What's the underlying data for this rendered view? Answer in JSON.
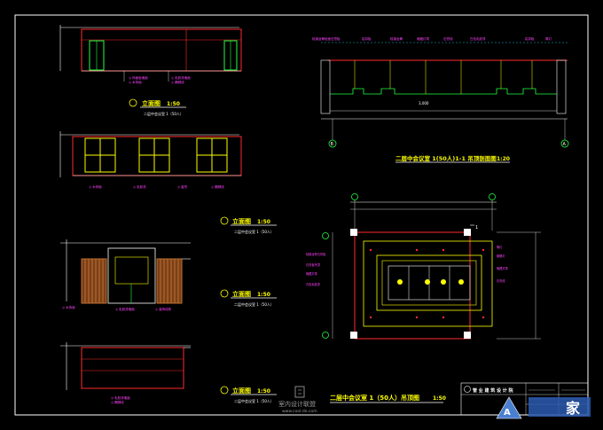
{
  "drawings": {
    "elev1": {
      "title": "立面图",
      "scale": "1:50",
      "subtitle": "二层中会议室 1（50人）"
    },
    "elev2": {
      "title": "立面图",
      "scale": "1:50",
      "subtitle": "二层中会议室 1（50人）"
    },
    "elev3": {
      "title": "立面图",
      "scale": "1:50",
      "subtitle": "二层中会议室 1（50人）"
    },
    "elev4": {
      "title": "立面图",
      "scale": "1:50",
      "subtitle": "二层中会议室 1（50人）"
    },
    "section": {
      "title": "二层中会议室 1(50人)1-1 吊顶剖面图",
      "scale": "1:20",
      "dim": "3,000"
    },
    "plan": {
      "title": "二层中会议室 1（50人）吊顶图",
      "scale": "1:50"
    }
  },
  "axis_labels": [
    "B",
    "A",
    "A",
    "B",
    "1"
  ],
  "watermark": {
    "name": "室内设计联盟",
    "url": "www.cool-de.com"
  },
  "logo_text": "家",
  "titleblock_name": "管 业 建 筑 设 计 院",
  "colors": {
    "bg": "#000000",
    "frame": "#ffffff",
    "red": "#ff2a2a",
    "yellow": "#ffff00",
    "green": "#22ff44",
    "cyan": "#22ddff",
    "magenta": "#ff44ff",
    "brown": "#c07030",
    "blue": "#4a7fd0"
  }
}
